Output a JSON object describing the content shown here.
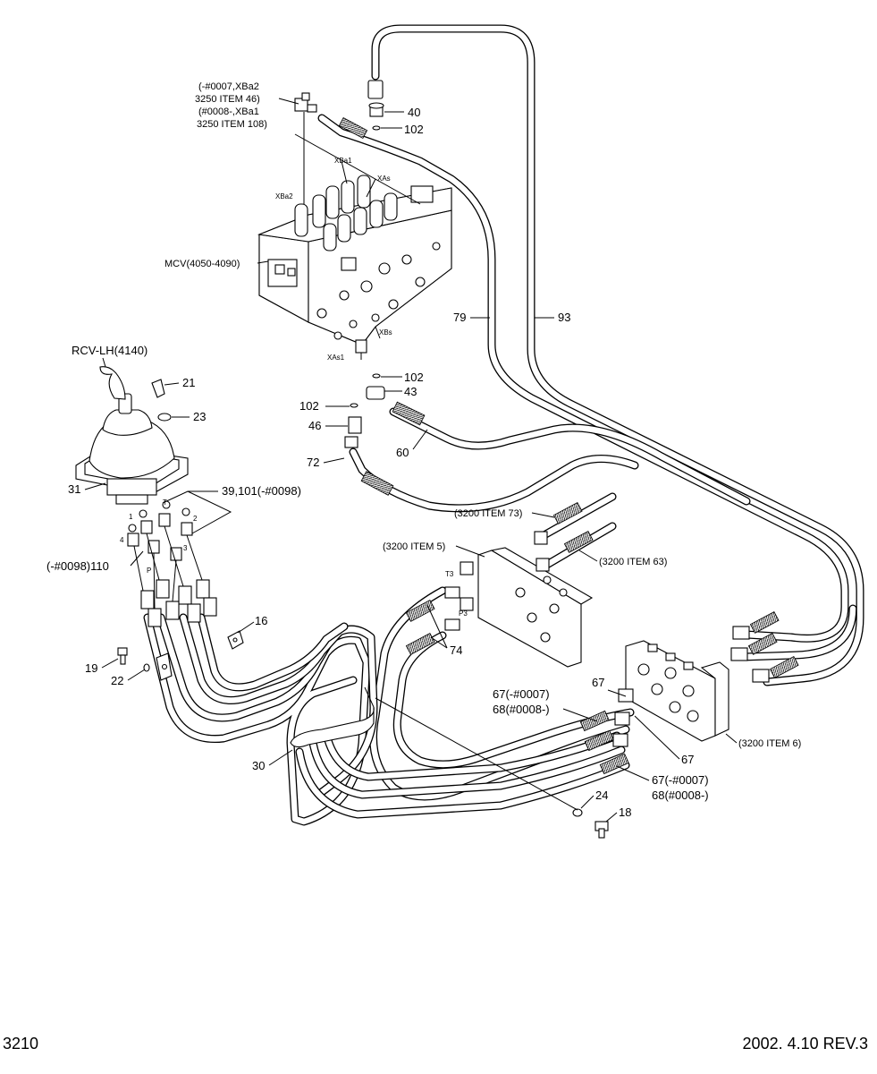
{
  "labels": {
    "mcv_note_l1": "(-#0007,XBa2",
    "mcv_note_l2": "3250 ITEM 46)",
    "mcv_note_l3": "(#0008-,XBa1",
    "mcv_note_l4": "3250 ITEM 108)",
    "mcv": "MCV(4050-4090)",
    "port_xba1": "XBa1",
    "port_xba2": "XBa2",
    "port_xas": "XAs",
    "port_xbs": "XBs",
    "port_xas1": "XAs1",
    "rcv": "RCV-LH(4140)",
    "p40": "40",
    "p102a": "102",
    "p79": "79",
    "p93": "93",
    "p102b": "102",
    "p43": "43",
    "p102c": "102",
    "p46": "46",
    "p60": "60",
    "p72": "72",
    "p21": "21",
    "p23": "23",
    "p31": "31",
    "p39": "39,101(-#0098)",
    "p110": "(-#0098)110",
    "p16": "16",
    "p19": "19",
    "p22": "22",
    "p30": "30",
    "p74": "74",
    "p67a_l1": "67(-#0007)",
    "p67a_l2": "68(#0008-)",
    "p67b": "67",
    "p67c": "67",
    "p67d_l1": "67(-#0007)",
    "p67d_l2": "68(#0008-)",
    "p24": "24",
    "p18": "18",
    "item73": "(3200 ITEM 73)",
    "item5": "(3200 ITEM 5)",
    "item63": "(3200 ITEM 63)",
    "item6": "(3200 ITEM 6)",
    "port_t3": "T3",
    "port_p3": "P3",
    "port_n1": "1",
    "port_n2": "2",
    "port_n3": "3",
    "port_n4": "4",
    "port_p": "P",
    "port_t": "T"
  },
  "footer": {
    "page_number": "3210",
    "revision": "2002. 4.10 REV.3"
  }
}
